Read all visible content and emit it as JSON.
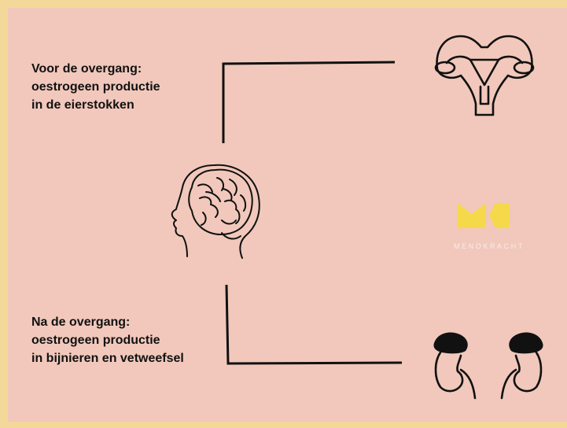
{
  "captions": {
    "before": {
      "line1": "Voor de overgang:",
      "line2": "oestrogeen productie",
      "line3": "in de eierstokken"
    },
    "after": {
      "line1": "Na de overgang:",
      "line2": "oestrogeen productie",
      "line3": "in bijnieren en vetweefsel"
    }
  },
  "logo": {
    "wordmark": "MENOKRACHT",
    "color": "#f5d94a"
  },
  "colors": {
    "background": "#f1c8bb",
    "border": "#f3d89a",
    "ink": "#111111"
  },
  "icons": [
    "uterus-icon",
    "brain-head-icon",
    "kidneys-icon"
  ]
}
